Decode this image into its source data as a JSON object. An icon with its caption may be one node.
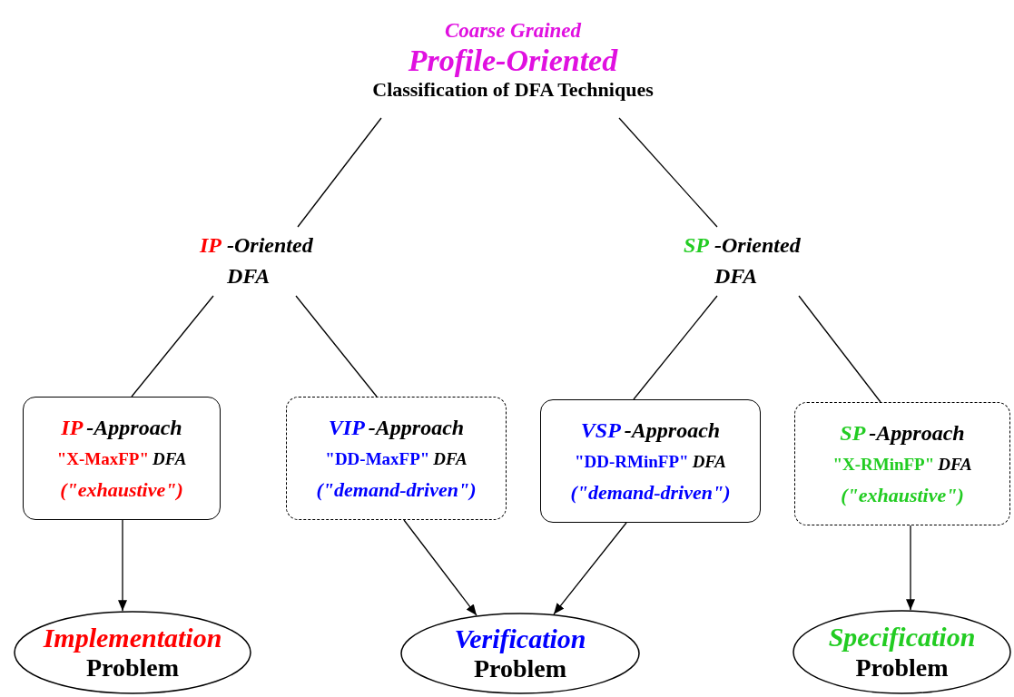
{
  "diagram": {
    "nodes": [
      {
        "text": [
          "Coarse Grained",
          "Profile-Oriented",
          "Classification of DFA Techniques"
        ]
      },
      {
        "text": [
          "IP",
          "-Oriented DFA"
        ]
      },
      {
        "text": [
          "SP",
          "-Oriented DFA"
        ]
      },
      {
        "text": [
          "IP",
          "-Approach",
          "\"X-MaxFP\"",
          "DFA",
          "(\"exhaustive\")"
        ]
      },
      {
        "text": [
          "VIP",
          "-Approach",
          "\"DD-MaxFP\"",
          "DFA",
          "(\"demand-driven\")"
        ]
      },
      {
        "text": [
          "VSP",
          "-Approach",
          "\"DD-RMinFP\"",
          "DFA",
          "(\"demand-driven\")"
        ]
      },
      {
        "text": [
          "SP",
          "-Approach",
          "\"X-RMinFP\"",
          "DFA",
          "(\"exhaustive\")"
        ]
      },
      {
        "text": [
          "Implementation",
          "Problem"
        ]
      },
      {
        "text": [
          "Verification",
          "Problem"
        ]
      },
      {
        "text": [
          "Specification",
          "Problem"
        ]
      }
    ],
    "edges": [
      {
        "from": 0,
        "to": 1,
        "arrow": "none"
      },
      {
        "from": 0,
        "to": 2,
        "arrow": "none"
      },
      {
        "from": 1,
        "to": 3,
        "arrow": "none"
      },
      {
        "from": 1,
        "to": 4,
        "arrow": "none"
      },
      {
        "from": 2,
        "to": 5,
        "arrow": "none"
      },
      {
        "from": 2,
        "to": 6,
        "arrow": "none"
      },
      {
        "from": 3,
        "to": 7,
        "arrow": "to"
      },
      {
        "from": 4,
        "to": 8,
        "arrow": "to"
      },
      {
        "from": 5,
        "to": 8,
        "arrow": "to"
      },
      {
        "from": 6,
        "to": 9,
        "arrow": "to"
      }
    ]
  }
}
